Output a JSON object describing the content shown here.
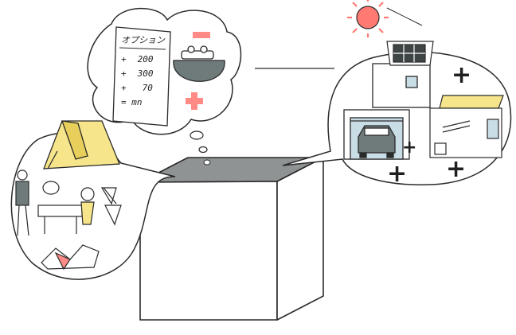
{
  "memo": {
    "title": "オプション",
    "lines": [
      {
        "sign": "+",
        "amount": "200"
      },
      {
        "sign": "+",
        "amount": "300"
      },
      {
        "sign": "+",
        "amount": "70"
      }
    ],
    "scribble": "= mn"
  },
  "plus_signs": [
    "+",
    "+",
    "+",
    "+"
  ],
  "colors": {
    "ink": "#2a2a2a",
    "sun": "#ff7a73",
    "tent_yellow": "#f6e58a",
    "wallet_gray": "#6f7a7a",
    "box_top": "#8f9393",
    "red_accent": "#ff8a86",
    "pale_blue": "#c9dde7"
  },
  "icons": [
    "sun-icon",
    "solar-panel-icon",
    "tent-icon",
    "wallet-icon",
    "car-icon",
    "garage-icon"
  ]
}
